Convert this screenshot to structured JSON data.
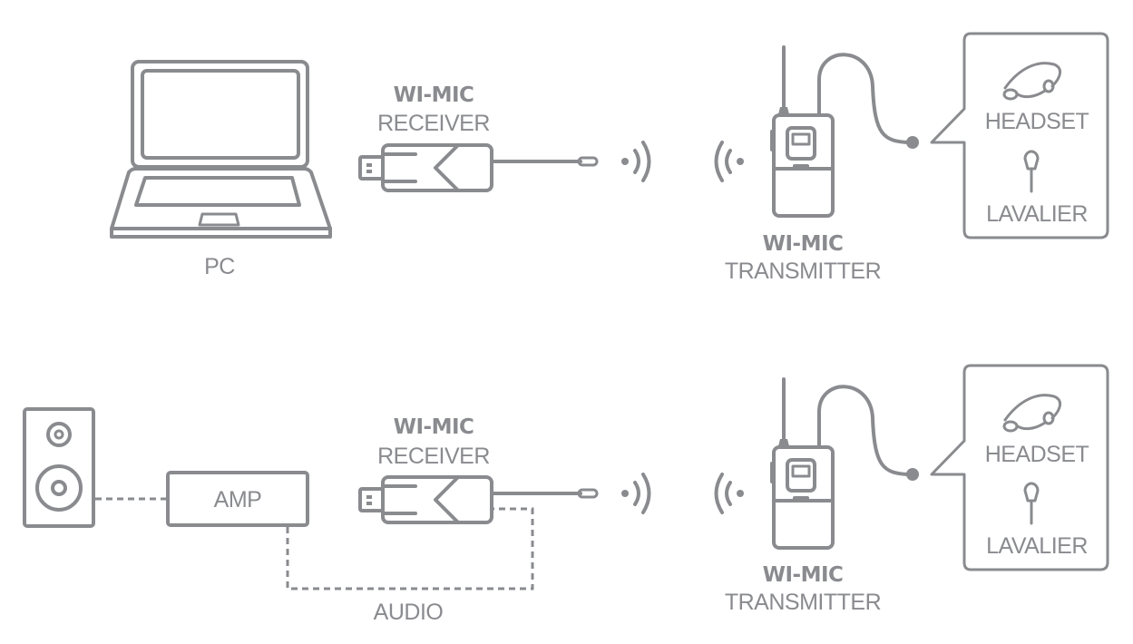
{
  "colors": {
    "line": "#8a8b8f",
    "background": "#ffffff"
  },
  "setup_pc": {
    "pc_label": "PC",
    "receiver": {
      "brand": "WI-MIC",
      "label": "RECEIVER"
    },
    "transmitter": {
      "brand": "WI-MIC",
      "label": "TRANSMITTER"
    },
    "mics": {
      "headset": "HEADSET",
      "lavalier": "LAVALIER"
    }
  },
  "setup_amp": {
    "amp_label": "AMP",
    "audio_label": "AUDIO",
    "receiver": {
      "brand": "WI-MIC",
      "label": "RECEIVER"
    },
    "transmitter": {
      "brand": "WI-MIC",
      "label": "TRANSMITTER"
    },
    "mics": {
      "headset": "HEADSET",
      "lavalier": "LAVALIER"
    }
  }
}
